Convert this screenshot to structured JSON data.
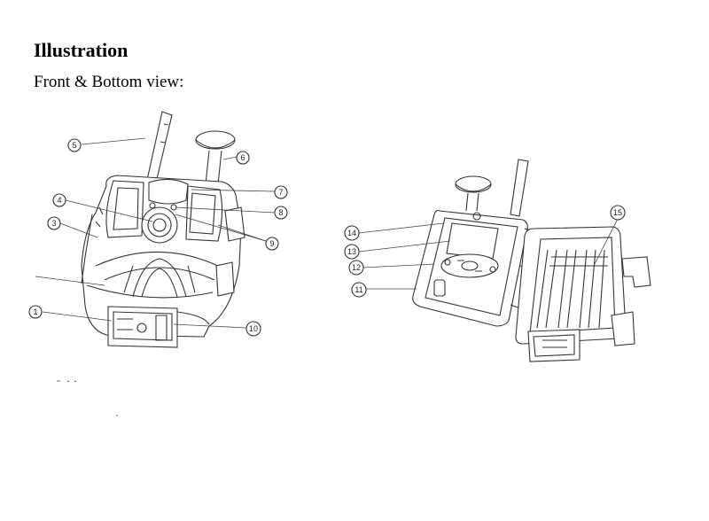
{
  "document": {
    "title": "Illustration",
    "subtitle": "Front & Bottom view:"
  },
  "callouts": {
    "c1": "1",
    "c3": "3",
    "c4": "4",
    "c5": "5",
    "c6": "6",
    "c7": "7",
    "c8": "8",
    "c9": "9",
    "c10": "10",
    "c11": "11",
    "c12": "12",
    "c13": "13",
    "c14": "14",
    "c15": "15"
  }
}
